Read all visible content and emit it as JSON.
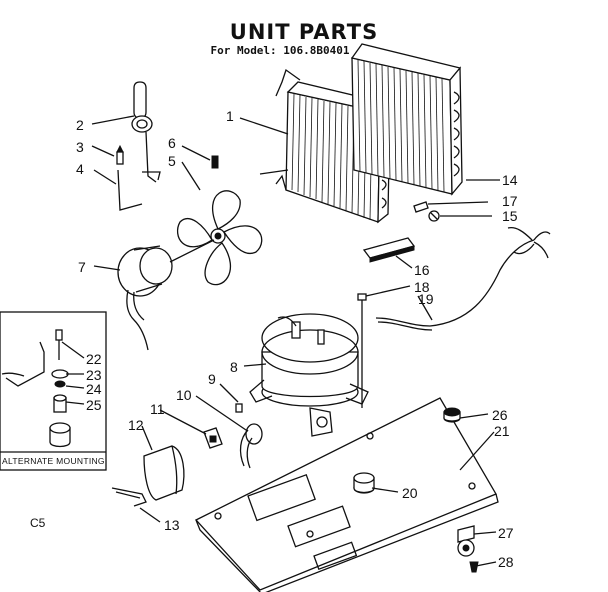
{
  "header": {
    "title": "UNIT PARTS",
    "subtitle": "For Model: 106.8B0401"
  },
  "inset": {
    "caption": "ALTERNATE MOUNTING"
  },
  "footer": {
    "code": "C5"
  },
  "callouts": [
    "1",
    "2",
    "3",
    "4",
    "5",
    "6",
    "7",
    "8",
    "9",
    "10",
    "11",
    "12",
    "13",
    "14",
    "15",
    "16",
    "17",
    "18",
    "19",
    "20",
    "21",
    "22",
    "23",
    "24",
    "25",
    "26",
    "27",
    "28"
  ]
}
